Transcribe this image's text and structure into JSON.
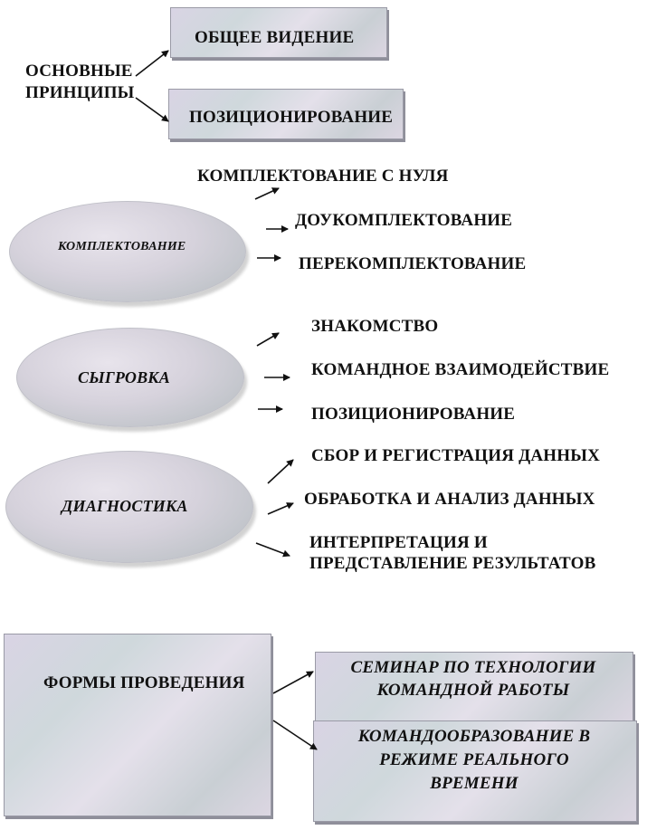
{
  "principles": {
    "label_line1": "ОСНОВНЫЕ",
    "label_line2": "ПРИНЦИПЫ",
    "items": [
      "ОБЩЕЕ ВИДЕНИЕ",
      "ПОЗИЦИОНИРОВАНИЕ"
    ]
  },
  "staffing": {
    "label": "КОМПЛЕКТОВАНИЕ",
    "items": [
      "КОМПЛЕКТОВАНИЕ С НУЛЯ",
      "ДОУКОМПЛЕКТОВАНИЕ",
      "ПЕРЕКОМПЛЕКТОВАНИЕ"
    ]
  },
  "teambuilding": {
    "label": "СЫГРОВКА",
    "items": [
      "ЗНАКОМСТВО",
      "КОМАНДНОЕ ВЗАИМОДЕЙСТВИЕ",
      "ПОЗИЦИОНИРОВАНИЕ"
    ]
  },
  "diagnostics": {
    "label": "ДИАГНОСТИКА",
    "items": [
      "СБОР И РЕГИСТРАЦИЯ ДАННЫХ",
      "ОБРАБОТКА И АНАЛИЗ ДАННЫХ",
      "ИНТЕРПРЕТАЦИЯ И",
      "ПРЕДСТАВЛЕНИЕ РЕЗУЛЬТАТОВ"
    ]
  },
  "forms": {
    "label": "ФОРМЫ ПРОВЕДЕНИЯ",
    "item1_line1": "СЕМИНАР ПО ТЕХНОЛОГИИ",
    "item1_line2": "КОМАНДНОЙ РАБОТЫ",
    "item2_line1": "КОМАНДООБРАЗОВАНИЕ В",
    "item2_line2": "РЕЖИМЕ РЕАЛЬНОГО",
    "item2_line3": "ВРЕМЕНИ"
  }
}
